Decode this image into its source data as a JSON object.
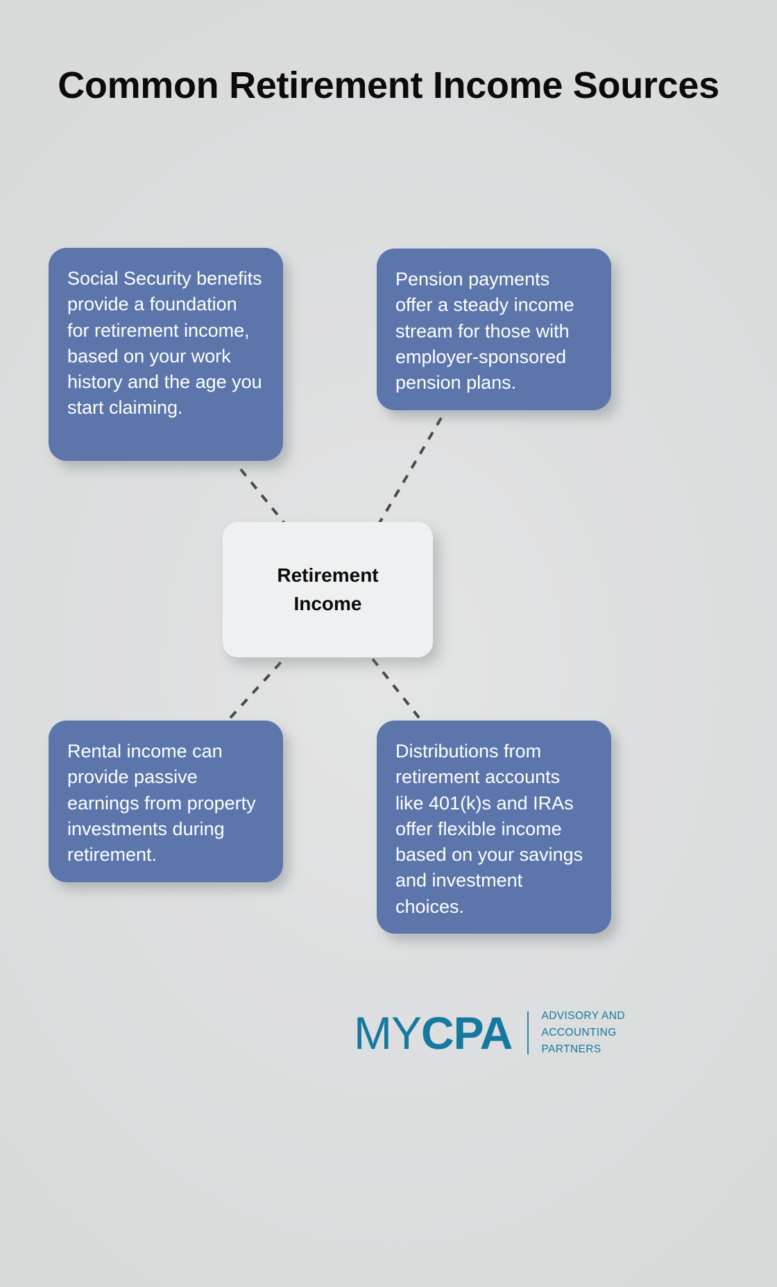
{
  "page": {
    "background_color": "#e0e2e2",
    "title": "Common Retirement Income Sources"
  },
  "center_node": {
    "label": "Retirement\nIncome",
    "background_color": "#eef0f2",
    "text_color": "#0b0b0b"
  },
  "cards": [
    {
      "id": "social-security",
      "text": "Social Security benefits provide a foundation for retirement income, based on your work history and the age you start claiming.",
      "color": "#5c76ac",
      "text_color": "#ffffff",
      "position": "top-left"
    },
    {
      "id": "pension",
      "text": "Pension payments offer a steady income stream for those with employer-sponsored pension plans.",
      "color": "#5c76ac",
      "text_color": "#ffffff",
      "position": "top-right"
    },
    {
      "id": "rental-income",
      "text": "Rental income can provide passive earnings from property investments during retirement.",
      "color": "#5c76ac",
      "text_color": "#ffffff",
      "position": "bottom-left"
    },
    {
      "id": "distributions",
      "text": "Distributions from retirement accounts like 401(k)s and IRAs offer flexible income based on your savings and investment choices.",
      "color": "#5c76ac",
      "text_color": "#ffffff",
      "position": "bottom-right"
    }
  ],
  "connectors": {
    "style": "dashed",
    "color": "#4a4a4a",
    "width": 4,
    "count": 4
  },
  "logo": {
    "word_light": "MY",
    "word_bold": "CPA",
    "tagline": "ADVISORY AND\nACCOUNTING\nPARTNERS",
    "color": "#14789f"
  }
}
